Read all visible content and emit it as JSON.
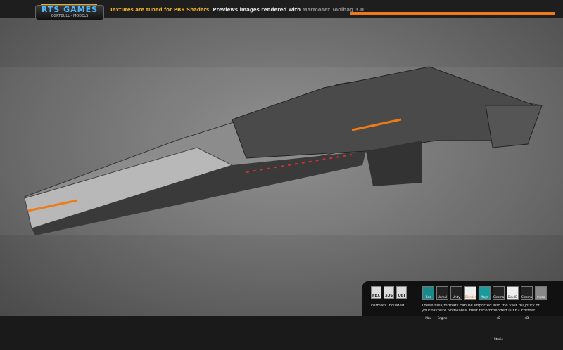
{
  "logo": {
    "title": "RTS GAMES",
    "subtitle": "CGRTBULL - MODELS"
  },
  "header": {
    "note_highlight": "Textures are tuned for PBR Shaders.",
    "note_main": "Previews images rendered with",
    "note_tool": "Marmoset Toolbag 3.0"
  },
  "formats": {
    "items": [
      "FBX",
      "3DS",
      "OBJ"
    ],
    "caption": "Formats included"
  },
  "software": {
    "items": [
      "3ds Max",
      "Unreal Engine",
      "Unity",
      "Blender",
      "Maya",
      "Cinema 4D Studio",
      "Dex3D",
      "Cinema 4D",
      "modo"
    ],
    "caption_line1": "These files/formats can be imported into the vast majority of",
    "caption_line2": "your favorite Softwares. Best recommended is FBX Format."
  },
  "colors": {
    "accent": "#f07a14",
    "logo_blue": "#4fb6ff"
  }
}
